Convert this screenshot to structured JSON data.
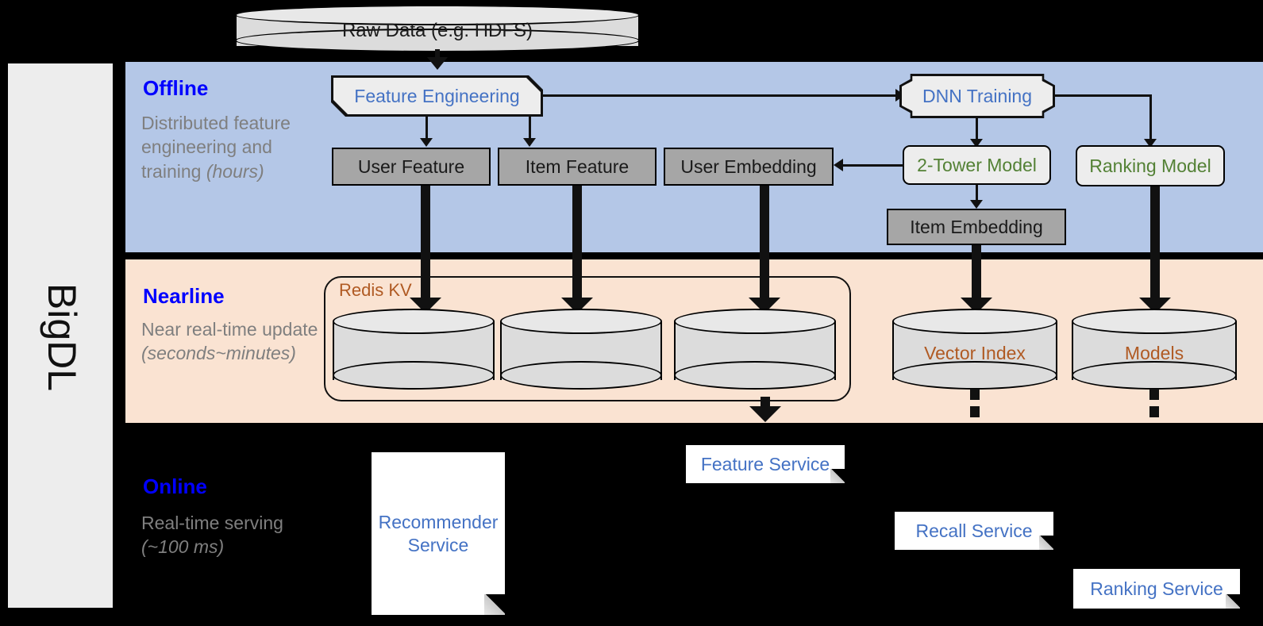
{
  "diagram": {
    "framework_label": "BigDL",
    "source": {
      "label": "Raw Data (e.g. HDFS)"
    },
    "bands": [
      {
        "id": "offline",
        "title": "Offline",
        "subtitle": "Distributed feature engineering and training (hours)",
        "title_color": "#0000FF",
        "bg_color": "#B4C7E7"
      },
      {
        "id": "nearline",
        "title": "Nearline",
        "subtitle": "Near real-time update (seconds~minutes)",
        "title_color": "#0000FF",
        "bg_color": "#FAE3D2"
      },
      {
        "id": "online",
        "title": "Online",
        "subtitle": "Real-time serving (~100 ms)",
        "title_color": "#0000FF",
        "bg_color": "#000000"
      }
    ],
    "offline_nodes": {
      "feature_engineering": "Feature Engineering",
      "dnn_training": "DNN Training",
      "user_feature": "User Feature",
      "item_feature": "Item Feature",
      "user_embedding": "User Embedding",
      "two_tower_model": "2-Tower Model",
      "ranking_model": "Ranking Model",
      "item_embedding": "Item Embedding"
    },
    "nearline_nodes": {
      "redis_kv": "Redis KV",
      "store_1": "",
      "store_2": "",
      "store_3": "",
      "vector_index": "Vector Index",
      "models": "Models"
    },
    "online_nodes": {
      "recommender_service": "Recommender Service",
      "feature_service": "Feature Service",
      "recall_service": "Recall Service",
      "ranking_service": "Ranking Service"
    },
    "colors": {
      "offline_bg": "#B4C7E7",
      "nearline_bg": "#FAE3D2",
      "online_bg": "#000000",
      "grey_box": "#A6A6A6",
      "light_box": "#EDEDED",
      "blue_text": "#4472C4",
      "green_text": "#538135",
      "orange_text": "#B05A23",
      "band_title": "#0000FF",
      "band_sub": "#7F7F7F",
      "rail_bg": "#EDEDED"
    }
  }
}
